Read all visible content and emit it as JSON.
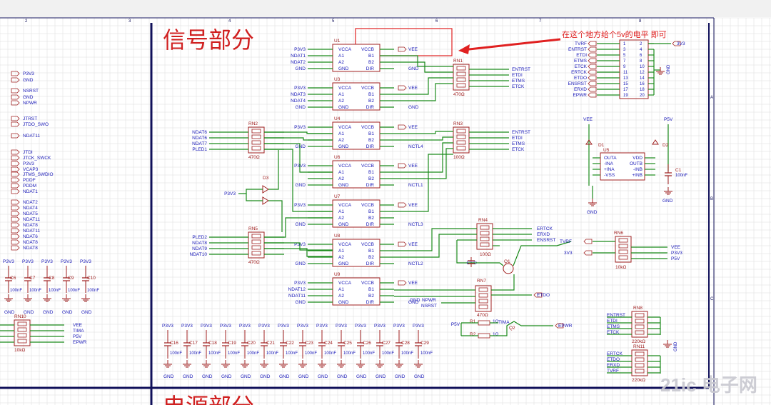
{
  "colors": {
    "wire": "#1a8a1a",
    "component": "#a02020",
    "label": "#1a1ab8",
    "frame": "#10105a",
    "annotation": "#e02020",
    "grid": "#dcdcdc"
  },
  "sections": {
    "signal": "信号部分",
    "power": "电源部分"
  },
  "annotation": "在这个地方给个5v的电平 即可",
  "border": {
    "top_numbers": [
      "2",
      "3",
      "4",
      "5",
      "6",
      "7",
      "8"
    ],
    "right_letters": [
      "A",
      "B",
      "C"
    ]
  },
  "left_nets": [
    "P3V3",
    "GND",
    "NSRST",
    "GND",
    "NPWR",
    "JTRST",
    "JTDO_SWO",
    "NDAT11",
    "JTDI",
    "JTCK_SWCK",
    "P3V3",
    "VCAP3",
    "JTMS_SWDIO",
    "PDDF",
    "PDDM",
    "NDAT1",
    "NDAT2",
    "NDAT4",
    "NDAT5",
    "NDAT11",
    "NDAT8",
    "NDAT11",
    "NDAT6",
    "NDAT8",
    "NDAT8"
  ],
  "left_caps": {
    "nets": [
      "P3V3",
      "P3V3",
      "P3V3",
      "P3V3",
      "P3V3"
    ],
    "refs": [
      "C6",
      "C7",
      "C8",
      "C9",
      "C10"
    ],
    "value": "100nF",
    "gnd": "GND"
  },
  "rn10": {
    "ref": "RN10",
    "value": "10kΩ",
    "nets": [
      "VEE",
      "TIMA",
      "P5V",
      "EPWR"
    ]
  },
  "bufs": [
    {
      "ref": "U1",
      "pins": [
        "VCCA",
        "A1",
        "A2",
        "GND"
      ],
      "rpins": [
        "VCCB",
        "B1",
        "B2",
        "DIR"
      ],
      "lnets": [
        "P3V3",
        "NDAT1",
        "NDAT2",
        "GND"
      ],
      "rnets": [
        "VEE",
        "",
        "",
        "GND"
      ]
    },
    {
      "ref": "U3",
      "pins": [
        "VCCA",
        "A1",
        "A2",
        "GND"
      ],
      "rpins": [
        "VCCB",
        "B1",
        "B2",
        "DIR"
      ],
      "lnets": [
        "P3V3",
        "NDAT3",
        "NDAT4",
        "GND"
      ],
      "rnets": [
        "VEE",
        "",
        "",
        "GND"
      ]
    },
    {
      "ref": "U4",
      "pins": [
        "VCCA",
        "A1",
        "A2",
        "GND"
      ],
      "rpins": [
        "VCCB",
        "B1",
        "B2",
        "DIR"
      ],
      "lnets": [
        "P3V3",
        "",
        "",
        "GND"
      ],
      "rnets": [
        "VEE",
        "",
        "",
        "NCTL4"
      ]
    },
    {
      "ref": "U6",
      "pins": [
        "VCCA",
        "A1",
        "A2",
        "GND"
      ],
      "rpins": [
        "VCCB",
        "B1",
        "B2",
        "DIR"
      ],
      "lnets": [
        "P3V3",
        "",
        "",
        "GND"
      ],
      "rnets": [
        "VEE",
        "",
        "",
        "NCTL1"
      ]
    },
    {
      "ref": "U7",
      "pins": [
        "VCCA",
        "A1",
        "A2",
        "GND"
      ],
      "rpins": [
        "VCCB",
        "B1",
        "B2",
        "DIR"
      ],
      "lnets": [
        "P3V3",
        "",
        "",
        "GND"
      ],
      "rnets": [
        "VEE",
        "",
        "",
        "NCTL3"
      ]
    },
    {
      "ref": "U8",
      "pins": [
        "VCCA",
        "A1",
        "A2",
        "GND"
      ],
      "rpins": [
        "VCCB",
        "B1",
        "B2",
        "DIR"
      ],
      "lnets": [
        "P3V3",
        "",
        "",
        "GND"
      ],
      "rnets": [
        "VEE",
        "",
        "",
        "NCTL2"
      ]
    },
    {
      "ref": "U9",
      "pins": [
        "VCCA",
        "A1",
        "A2",
        "GND"
      ],
      "rpins": [
        "VCCB",
        "B1",
        "B2",
        "DIR"
      ],
      "lnets": [
        "P3V3",
        "NDAT12",
        "NDAT11",
        "GND"
      ],
      "rnets": [
        "VEE",
        "",
        "",
        "GND"
      ]
    }
  ],
  "rn1": {
    "ref": "RN1",
    "value": "470Ω",
    "nets": [
      "ENTRST",
      "ETDI",
      "ETMS",
      "ETCK"
    ]
  },
  "rn3": {
    "ref": "RN3",
    "value": "100Ω",
    "nets": [
      "ENTRST",
      "ETDI",
      "ETMS",
      "ETCK"
    ]
  },
  "rn2": {
    "ref": "RN2",
    "value": "470Ω",
    "nets": [
      "NDAT6",
      "NDAT6",
      "NDAT7",
      "PLED1"
    ]
  },
  "rn5": {
    "ref": "RN5",
    "value": "470Ω",
    "nets": [
      "PLED2",
      "NDAT8",
      "NDAT9",
      "NDAT10"
    ]
  },
  "rn4": {
    "ref": "RN4",
    "value": "100Ω",
    "nets": [
      "ERTCK",
      "ERXD",
      "ENSRST"
    ]
  },
  "rn7": {
    "ref": "RN7",
    "value": "470Ω",
    "nets": [
      "GND",
      "NPWR",
      "NSRST"
    ],
    "out": "ETDO"
  },
  "rn6": {
    "ref": "RN6",
    "value": "10kΩ",
    "lnets": [
      "TVRF",
      "3V3"
    ],
    "rnets": [
      "VEE",
      "P3V3",
      "P5V"
    ]
  },
  "rn8": {
    "ref": "RN8",
    "value": "220kΩ",
    "nets": [
      "ENTRST",
      "ETDI",
      "ETMS",
      "ETCK"
    ]
  },
  "rn11": {
    "ref": "RN11",
    "value": "220kΩ",
    "nets": [
      "ERTCK",
      "ETDO",
      "ERXD",
      "TVRF"
    ]
  },
  "d3": {
    "ref": "D3",
    "net": "P3V3"
  },
  "q1": {
    "ref": "Q1",
    "gnd": "GND"
  },
  "q2": {
    "ref": "Q2",
    "nets": [
      "P5V",
      "TIMA",
      "EPWR"
    ],
    "r1": "R1",
    "r2": "R2",
    "rv": "1Ω"
  },
  "connector": {
    "lnets": [
      "TVRF",
      "ENTRST",
      "ETDI",
      "ETMS",
      "ETCK",
      "ERTCK",
      "ETDO",
      "ENSRST",
      "ERXD",
      "EPWR"
    ],
    "lpins": [
      "1",
      "3",
      "5",
      "7",
      "9",
      "11",
      "13",
      "15",
      "17",
      "19"
    ],
    "rpins": [
      "2",
      "4",
      "6",
      "8",
      "10",
      "12",
      "14",
      "16",
      "18",
      "20"
    ],
    "out": "3V3",
    "gnd": "GND"
  },
  "comparator": {
    "ref": "U5",
    "pins": [
      "OUTA",
      "-INA",
      "+INA",
      "-VSS"
    ],
    "rpins": [
      "VDD",
      "OUTB",
      "-INB",
      "+INB"
    ],
    "vee": "VEE",
    "p5v": "P5V",
    "d1": "D1",
    "d2": "D2",
    "c1": "C1",
    "c1v": "100nF",
    "gnd": "GND"
  },
  "bottom_caps": {
    "net": "P3V3",
    "refs": [
      "C16",
      "C17",
      "C18",
      "C19",
      "C20",
      "C21",
      "C22",
      "C23",
      "C24",
      "C25",
      "C26",
      "C27",
      "C28",
      "C29"
    ],
    "value": "100nF",
    "gnd": "GND"
  },
  "watermark": "21ic 电子网"
}
